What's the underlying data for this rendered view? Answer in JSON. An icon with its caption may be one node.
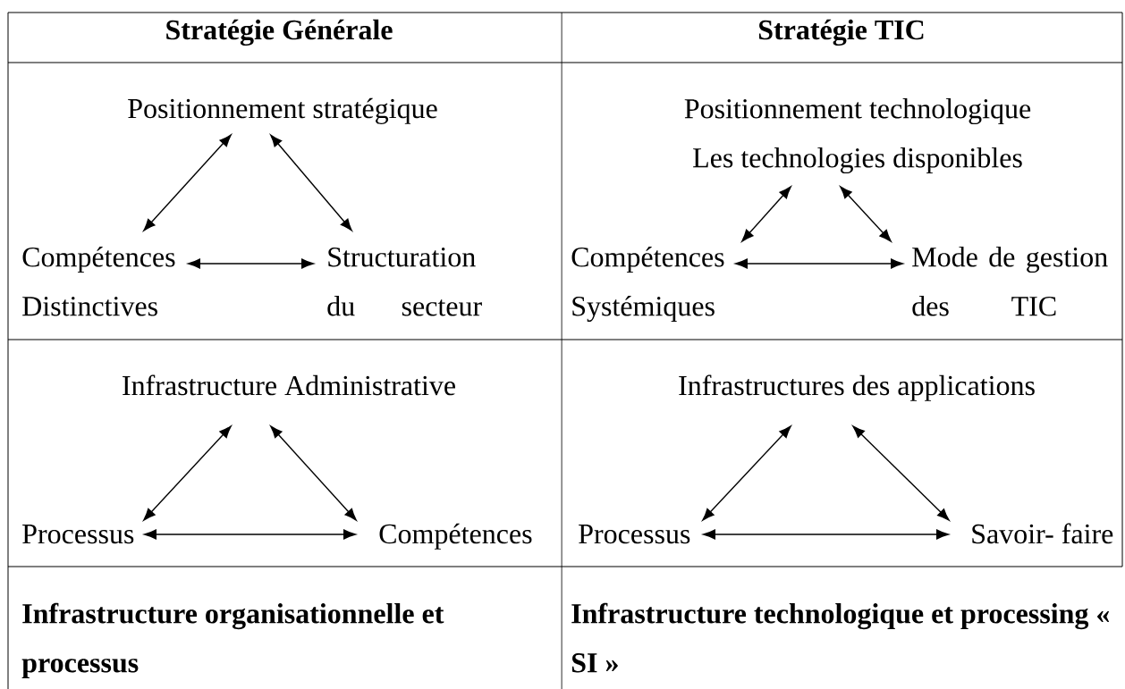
{
  "diagram": {
    "nodes": [
      {
        "text": [
          "Positionnement stratégique"
        ]
      },
      {
        "text": [
          "Compétences Distinctives"
        ]
      },
      {
        "text": [
          "Structuration du secteur"
        ]
      },
      {
        "text": [
          "Positionnement technologique",
          "Les technologies disponibles"
        ]
      },
      {
        "text": [
          "Compétences Systémiques"
        ]
      },
      {
        "text": [
          "Mode de gestion des TIC"
        ]
      },
      {
        "text": [
          "Infrastructure Administrative"
        ]
      },
      {
        "text": [
          "Processus"
        ]
      },
      {
        "text": [
          "Compétences"
        ]
      },
      {
        "text": [
          "Infrastructures des applications"
        ]
      },
      {
        "text": [
          "Processus"
        ]
      },
      {
        "text": [
          "Savoir- faire"
        ]
      }
    ],
    "edges": [
      {
        "from": 0,
        "to": 1,
        "arrow": "both"
      },
      {
        "from": 0,
        "to": 2,
        "arrow": "both"
      },
      {
        "from": 1,
        "to": 2,
        "arrow": "both"
      },
      {
        "from": 3,
        "to": 4,
        "arrow": "both"
      },
      {
        "from": 3,
        "to": 5,
        "arrow": "both"
      },
      {
        "from": 4,
        "to": 5,
        "arrow": "both"
      },
      {
        "from": 6,
        "to": 7,
        "arrow": "both"
      },
      {
        "from": 6,
        "to": 8,
        "arrow": "both"
      },
      {
        "from": 7,
        "to": 8,
        "arrow": "both"
      },
      {
        "from": 9,
        "to": 10,
        "arrow": "both"
      },
      {
        "from": 9,
        "to": 11,
        "arrow": "both"
      },
      {
        "from": 10,
        "to": 11,
        "arrow": "both"
      }
    ],
    "labels": [
      "Stratégie Générale",
      "Stratégie TIC",
      "Infrastructure organisationnelle et processus",
      "Infrastructure technologique et processing « SI »"
    ]
  }
}
